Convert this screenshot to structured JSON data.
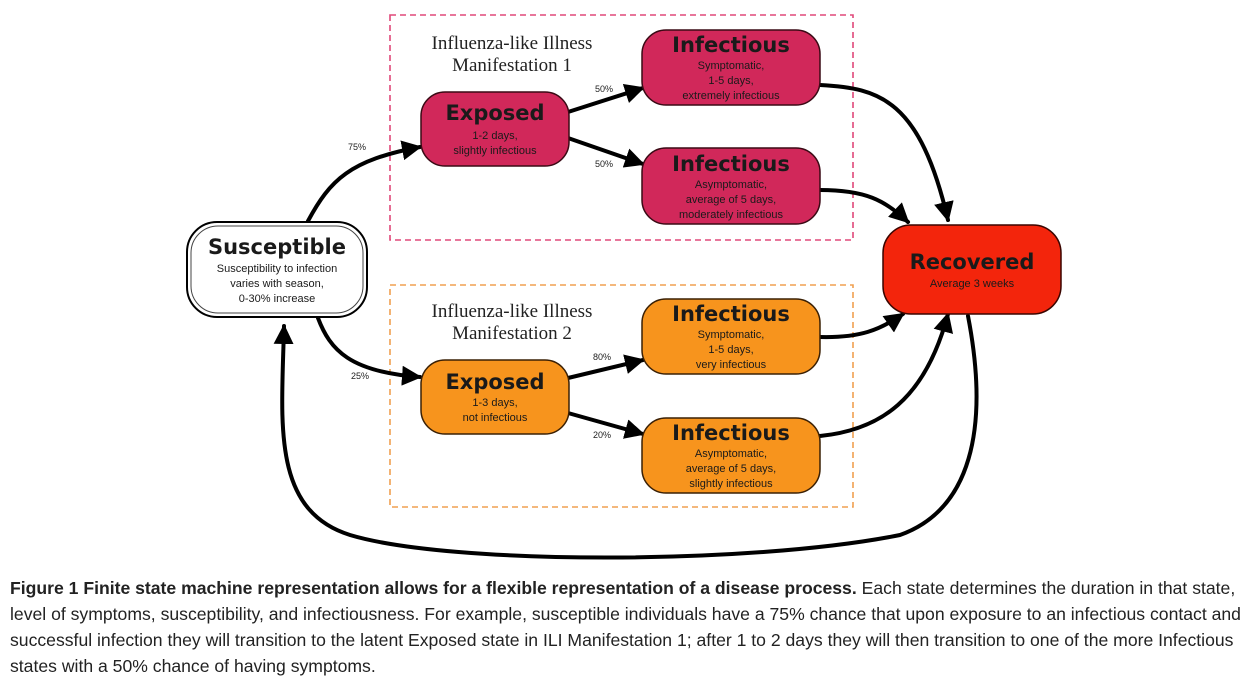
{
  "colors": {
    "ili1_fill": "#d1285a",
    "ili1_border": "#e0487a",
    "ili2_fill": "#f7941d",
    "ili2_border": "#f0a050",
    "recovered_fill": "#f3250c",
    "susceptible_fill": "#ffffff"
  },
  "groups": {
    "ili1": {
      "line1": "Influenza-like Illness",
      "line2": "Manifestation 1"
    },
    "ili2": {
      "line1": "Influenza-like Illness",
      "line2": "Manifestation 2"
    }
  },
  "states": {
    "susceptible": {
      "title": "Susceptible",
      "desc": [
        "Susceptibility to infection",
        "varies with season,",
        "0-30% increase"
      ]
    },
    "exposed1": {
      "title": "Exposed",
      "desc": [
        "1-2 days,",
        "slightly infectious"
      ]
    },
    "inf1a": {
      "title": "Infectious",
      "desc": [
        "Symptomatic,",
        "1-5 days,",
        "extremely infectious"
      ]
    },
    "inf1b": {
      "title": "Infectious",
      "desc": [
        "Asymptomatic,",
        "average of 5 days,",
        "moderately infectious"
      ]
    },
    "exposed2": {
      "title": "Exposed",
      "desc": [
        "1-3 days,",
        "not infectious"
      ]
    },
    "inf2a": {
      "title": "Infectious",
      "desc": [
        "Symptomatic,",
        "1-5 days,",
        "very infectious"
      ]
    },
    "inf2b": {
      "title": "Infectious",
      "desc": [
        "Asymptomatic,",
        "average of 5 days,",
        "slightly infectious"
      ]
    },
    "recovered": {
      "title": "Recovered",
      "desc": [
        "Average 3 weeks"
      ]
    }
  },
  "transitions": {
    "to_exposed1": "75%",
    "to_exposed2": "25%",
    "e1_to_inf1a": "50%",
    "e1_to_inf1b": "50%",
    "e2_to_inf2a": "80%",
    "e2_to_inf2b": "20%"
  },
  "caption": {
    "lead": "Figure 1 Finite state machine representation allows for a flexible representation of a disease process.",
    "body": " Each state determines the duration in that state, level of symptoms, susceptibility, and infectiousness. For example, susceptible individuals have a 75% chance that upon exposure to an infectious contact and successful infection they will transition to the latent Exposed state in ILI Manifestation 1; after 1 to 2 days they will then transition to one of the more Infectious states with a 50% chance of having symptoms."
  }
}
